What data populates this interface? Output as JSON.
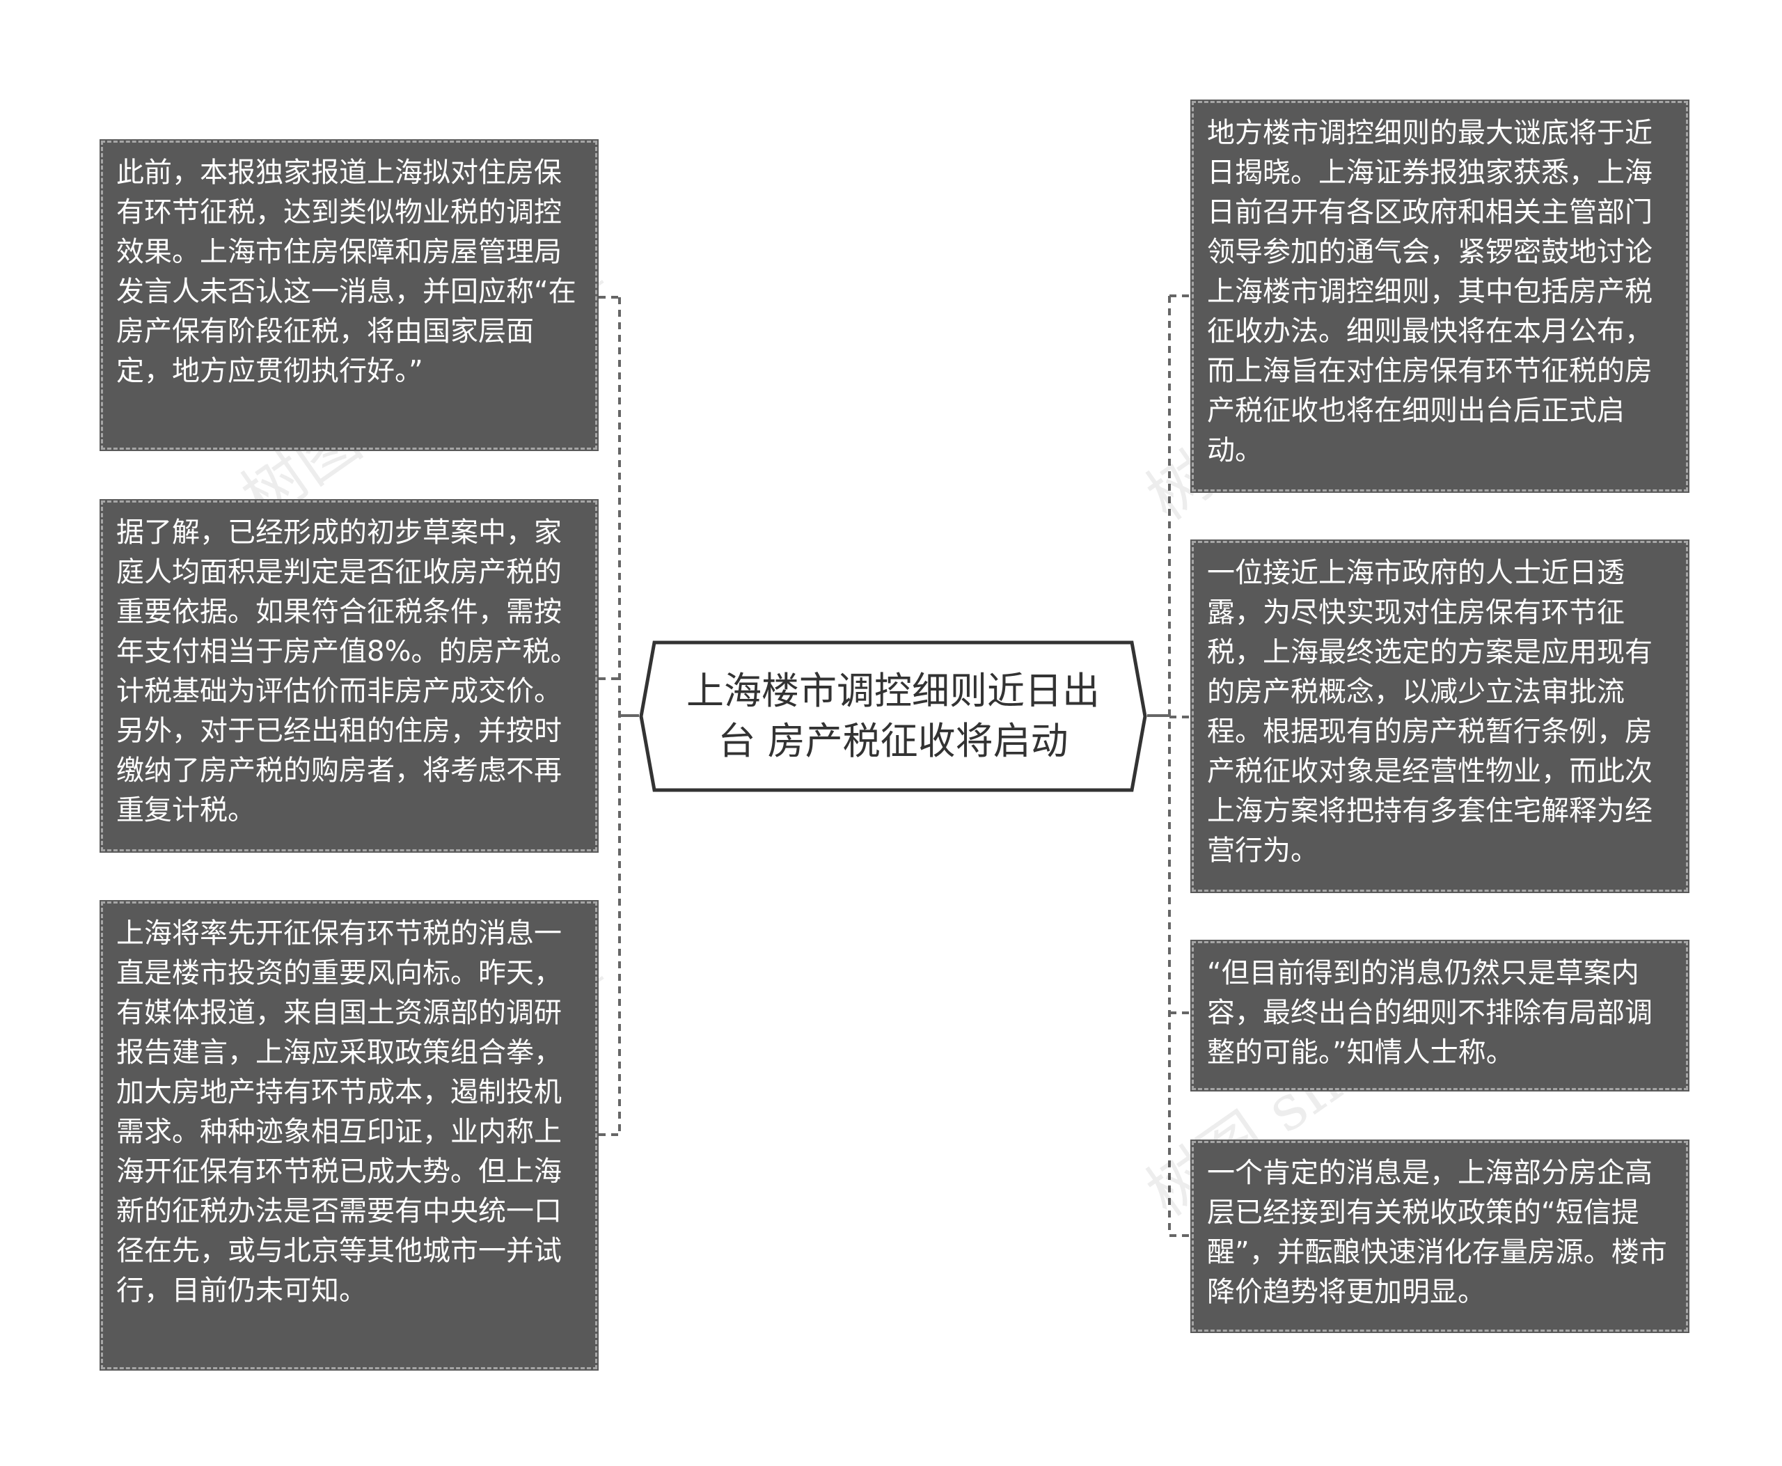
{
  "watermark": "树图 shutu.cn",
  "center": {
    "title": "上海楼市调控细则近日出台 房产税征收将启动"
  },
  "left_nodes": [
    {
      "text": "此前，本报独家报道上海拟对住房保有环节征税，达到类似物业税的调控效果。上海市住房保障和房屋管理局发言人未否认这一消息，并回应称“在房产保有阶段征税，将由国家层面定，地方应贯彻执行好。”"
    },
    {
      "text": "据了解，已经形成的初步草案中，家庭人均面积是判定是否征收房产税的重要依据。如果符合征税条件，需按年支付相当于房产值8%。的房产税。计税基础为评估价而非房产成交价。另外，对于已经出租的住房，并按时缴纳了房产税的购房者，将考虑不再重复计税。"
    },
    {
      "text": "上海将率先开征保有环节税的消息一直是楼市投资的重要风向标。昨天，有媒体报道，来自国土资源部的调研报告建言，上海应采取政策组合拳，加大房地产持有环节成本，遏制投机需求。种种迹象相互印证，业内称上海开征保有环节税已成大势。但上海新的征税办法是否需要有中央统一口径在先，或与北京等其他城市一并试行，目前仍未可知。"
    }
  ],
  "right_nodes": [
    {
      "text": "地方楼市调控细则的最大谜底将于近日揭晓。上海证券报独家获悉，上海日前召开有各区政府和相关主管部门领导参加的通气会，紧锣密鼓地讨论上海楼市调控细则，其中包括房产税征收办法。细则最快将在本月公布，而上海旨在对住房保有环节征税的房产税征收也将在细则出台后正式启动。"
    },
    {
      "text": "一位接近上海市政府的人士近日透露，为尽快实现对住房保有环节征税，上海最终选定的方案是应用现有的房产税概念，以减少立法审批流程。根据现有的房产税暂行条例，房产税征收对象是经营性物业，而此次上海方案将把持有多套住宅解释为经营行为。"
    },
    {
      "text": "“但目前得到的消息仍然只是草案内容，最终出台的细则不排除有局部调整的可能。”知情人士称。"
    },
    {
      "text": "一个肯定的消息是，上海部分房企高层已经接到有关税收政策的“短信提醒”，并酝酿快速消化存量房源。楼市降价趋势将更加明显。"
    }
  ],
  "colors": {
    "node_bg": "#595959",
    "node_border": "#a6a6a6",
    "connector": "#666666",
    "center_border": "#333333"
  }
}
